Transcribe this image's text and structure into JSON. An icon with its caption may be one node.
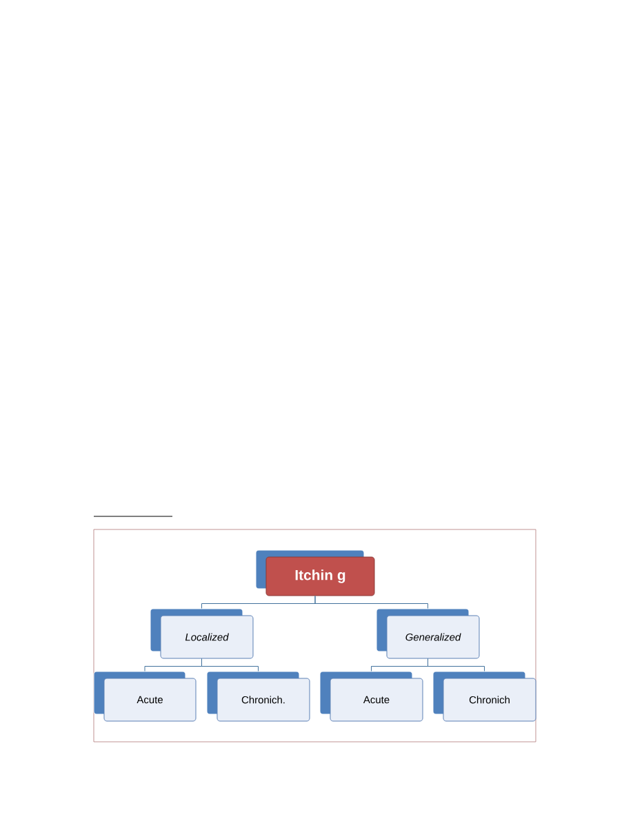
{
  "diagram": {
    "nodes": [
      {
        "text": [
          "Itchin g"
        ]
      },
      {
        "text": [
          "Localized"
        ]
      },
      {
        "text": [
          "Generalized"
        ]
      },
      {
        "text": [
          "Acute"
        ]
      },
      {
        "text": [
          "Chronich."
        ]
      },
      {
        "text": [
          "Acute"
        ]
      },
      {
        "text": [
          "Chronich"
        ]
      }
    ],
    "edges": [
      {
        "from": 0,
        "to": 1,
        "arrow": "none"
      },
      {
        "from": 0,
        "to": 2,
        "arrow": "none"
      },
      {
        "from": 1,
        "to": 3,
        "arrow": "none"
      },
      {
        "from": 1,
        "to": 4,
        "arrow": "none"
      },
      {
        "from": 2,
        "to": 5,
        "arrow": "none"
      },
      {
        "from": 2,
        "to": 6,
        "arrow": "none"
      }
    ]
  }
}
